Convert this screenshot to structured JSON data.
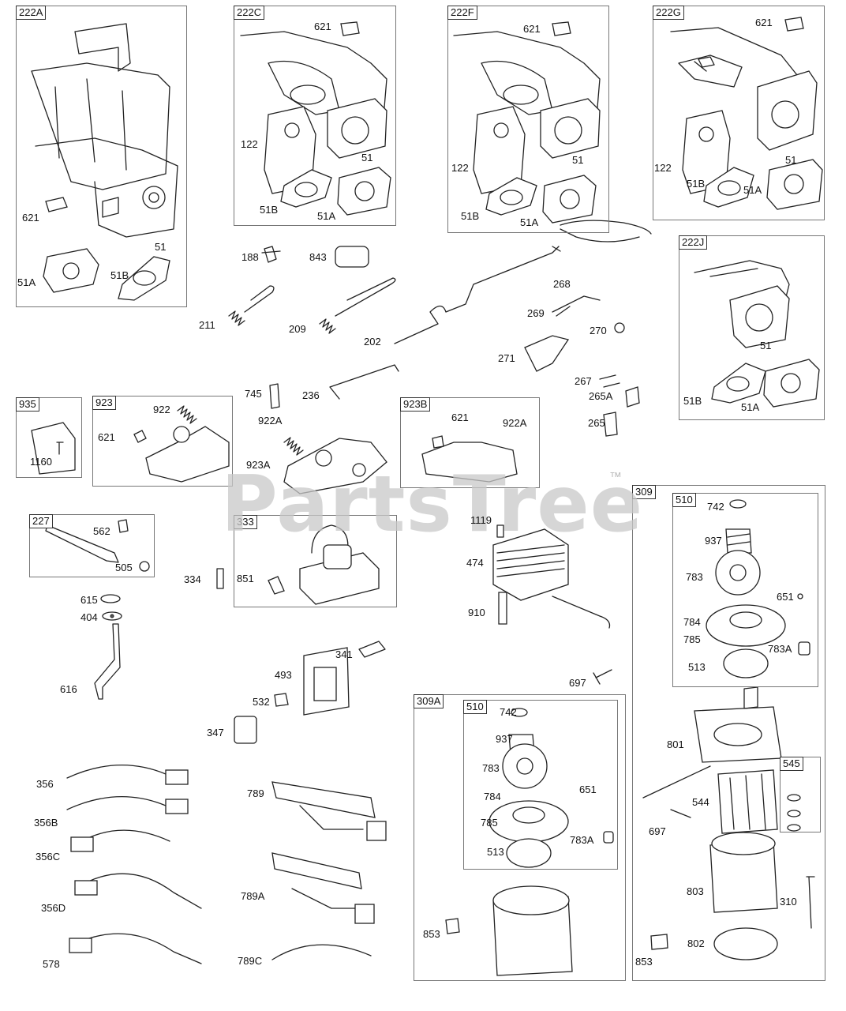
{
  "watermark": {
    "text": "PartsTree",
    "tm": "™"
  },
  "groups": [
    {
      "id": "g222a",
      "label": "222A"
    },
    {
      "id": "g222c",
      "label": "222C"
    },
    {
      "id": "g222f",
      "label": "222F"
    },
    {
      "id": "g222g",
      "label": "222G"
    },
    {
      "id": "g222j",
      "label": "222J"
    },
    {
      "id": "g935",
      "label": "935"
    },
    {
      "id": "g923",
      "label": "923"
    },
    {
      "id": "g923b",
      "label": "923B"
    },
    {
      "id": "g227",
      "label": "227"
    },
    {
      "id": "g333",
      "label": "333"
    },
    {
      "id": "g309",
      "label": "309"
    },
    {
      "id": "g510a",
      "label": "510"
    },
    {
      "id": "g309a",
      "label": "309A"
    },
    {
      "id": "g510b",
      "label": "510"
    },
    {
      "id": "g545",
      "label": "545"
    }
  ],
  "parts": [
    "621",
    "51",
    "51A",
    "51B",
    "621",
    "122",
    "51",
    "51B",
    "51A",
    "621",
    "122",
    "51",
    "51B",
    "51A",
    "621",
    "122",
    "51",
    "51B",
    "51A",
    "51",
    "51B",
    "51A",
    "188",
    "843",
    "211",
    "209",
    "202",
    "268",
    "269",
    "270",
    "271",
    "745",
    "236",
    "922A",
    "923A",
    "267",
    "265A",
    "265",
    "1160",
    "922",
    "621",
    "621",
    "922A",
    "562",
    "505",
    "334",
    "851",
    "1119",
    "474",
    "910",
    "615",
    "404",
    "616",
    "341",
    "493",
    "532",
    "347",
    "697",
    "742",
    "937",
    "783",
    "651",
    "784",
    "785",
    "783A",
    "513",
    "742",
    "937",
    "783",
    "651",
    "784",
    "785",
    "783A",
    "513",
    "801",
    "697",
    "544",
    "803",
    "310",
    "802",
    "853",
    "853",
    "356",
    "356B",
    "356C",
    "356D",
    "578",
    "789",
    "789A",
    "789C"
  ]
}
